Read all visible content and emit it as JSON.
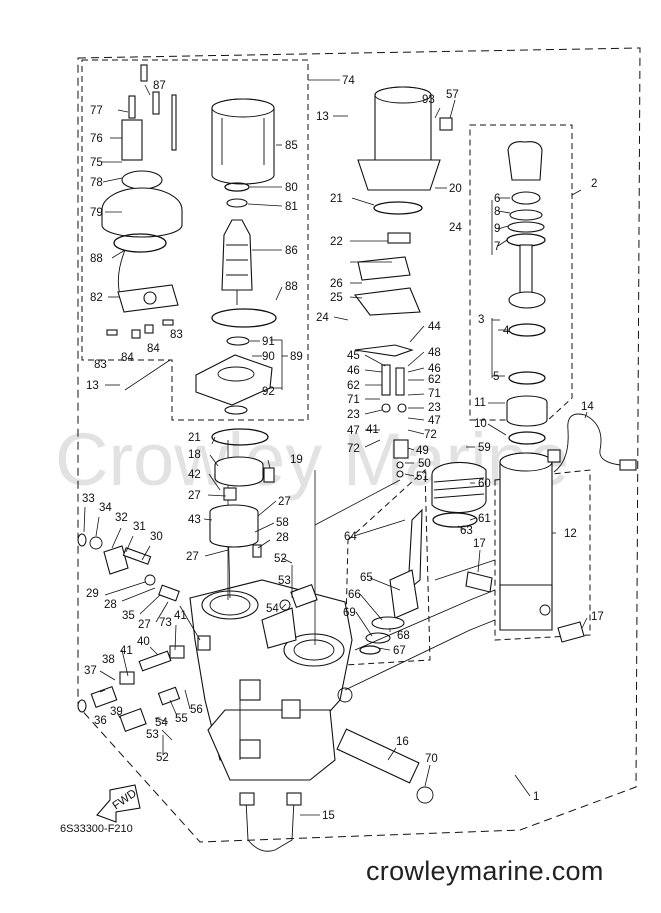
{
  "diagram": {
    "code": "6S33300-F210",
    "fwd_label": "FWD",
    "watermark": "Crowley Marine",
    "site_url": "crowleymarine.com"
  },
  "callouts": [
    "1",
    "2",
    "3",
    "4",
    "5",
    "6",
    "7",
    "8",
    "9",
    "10",
    "11",
    "12",
    "13",
    "13",
    "14",
    "15",
    "16",
    "17",
    "17",
    "18",
    "19",
    "20",
    "21",
    "21",
    "22",
    "23",
    "23",
    "24",
    "24",
    "25",
    "26",
    "27",
    "27",
    "27",
    "27",
    "28",
    "28",
    "29",
    "30",
    "31",
    "32",
    "33",
    "34",
    "35",
    "36",
    "37",
    "38",
    "39",
    "40",
    "41",
    "41",
    "41",
    "42",
    "43",
    "44",
    "45",
    "46",
    "46",
    "47",
    "47",
    "48",
    "49",
    "50",
    "51",
    "52",
    "52",
    "53",
    "53",
    "54",
    "54",
    "55",
    "56",
    "57",
    "58",
    "59",
    "60",
    "61",
    "62",
    "62",
    "63",
    "64",
    "65",
    "66",
    "67",
    "68",
    "69",
    "70",
    "71",
    "71",
    "72",
    "72",
    "73",
    "74",
    "75",
    "76",
    "77",
    "78",
    "79",
    "80",
    "81",
    "82",
    "83",
    "83",
    "84",
    "84",
    "85",
    "86",
    "87",
    "88",
    "88",
    "89",
    "90",
    "91",
    "92",
    "93"
  ]
}
